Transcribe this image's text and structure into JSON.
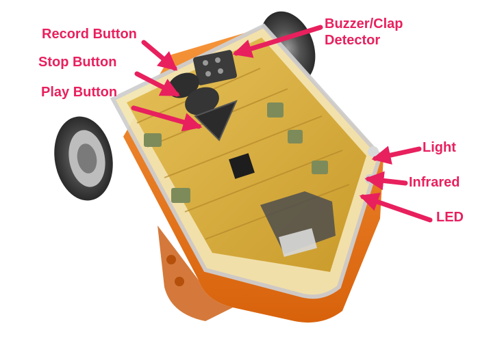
{
  "labels": {
    "record_button": "Record Button",
    "stop_button": "Stop Button",
    "play_button": "Play Button",
    "buzzer_line1": "Buzzer/Clap",
    "buzzer_line2": "Detector",
    "light": "Light",
    "infrared": "Infrared",
    "led": "LED"
  },
  "colors": {
    "callout_pink": "#e8205e",
    "label_text": "#e8205e",
    "robot_body_orange": "#f07b1c",
    "circuit_board": "#d9b23a",
    "wheel_dark": "#3a3a3a"
  }
}
